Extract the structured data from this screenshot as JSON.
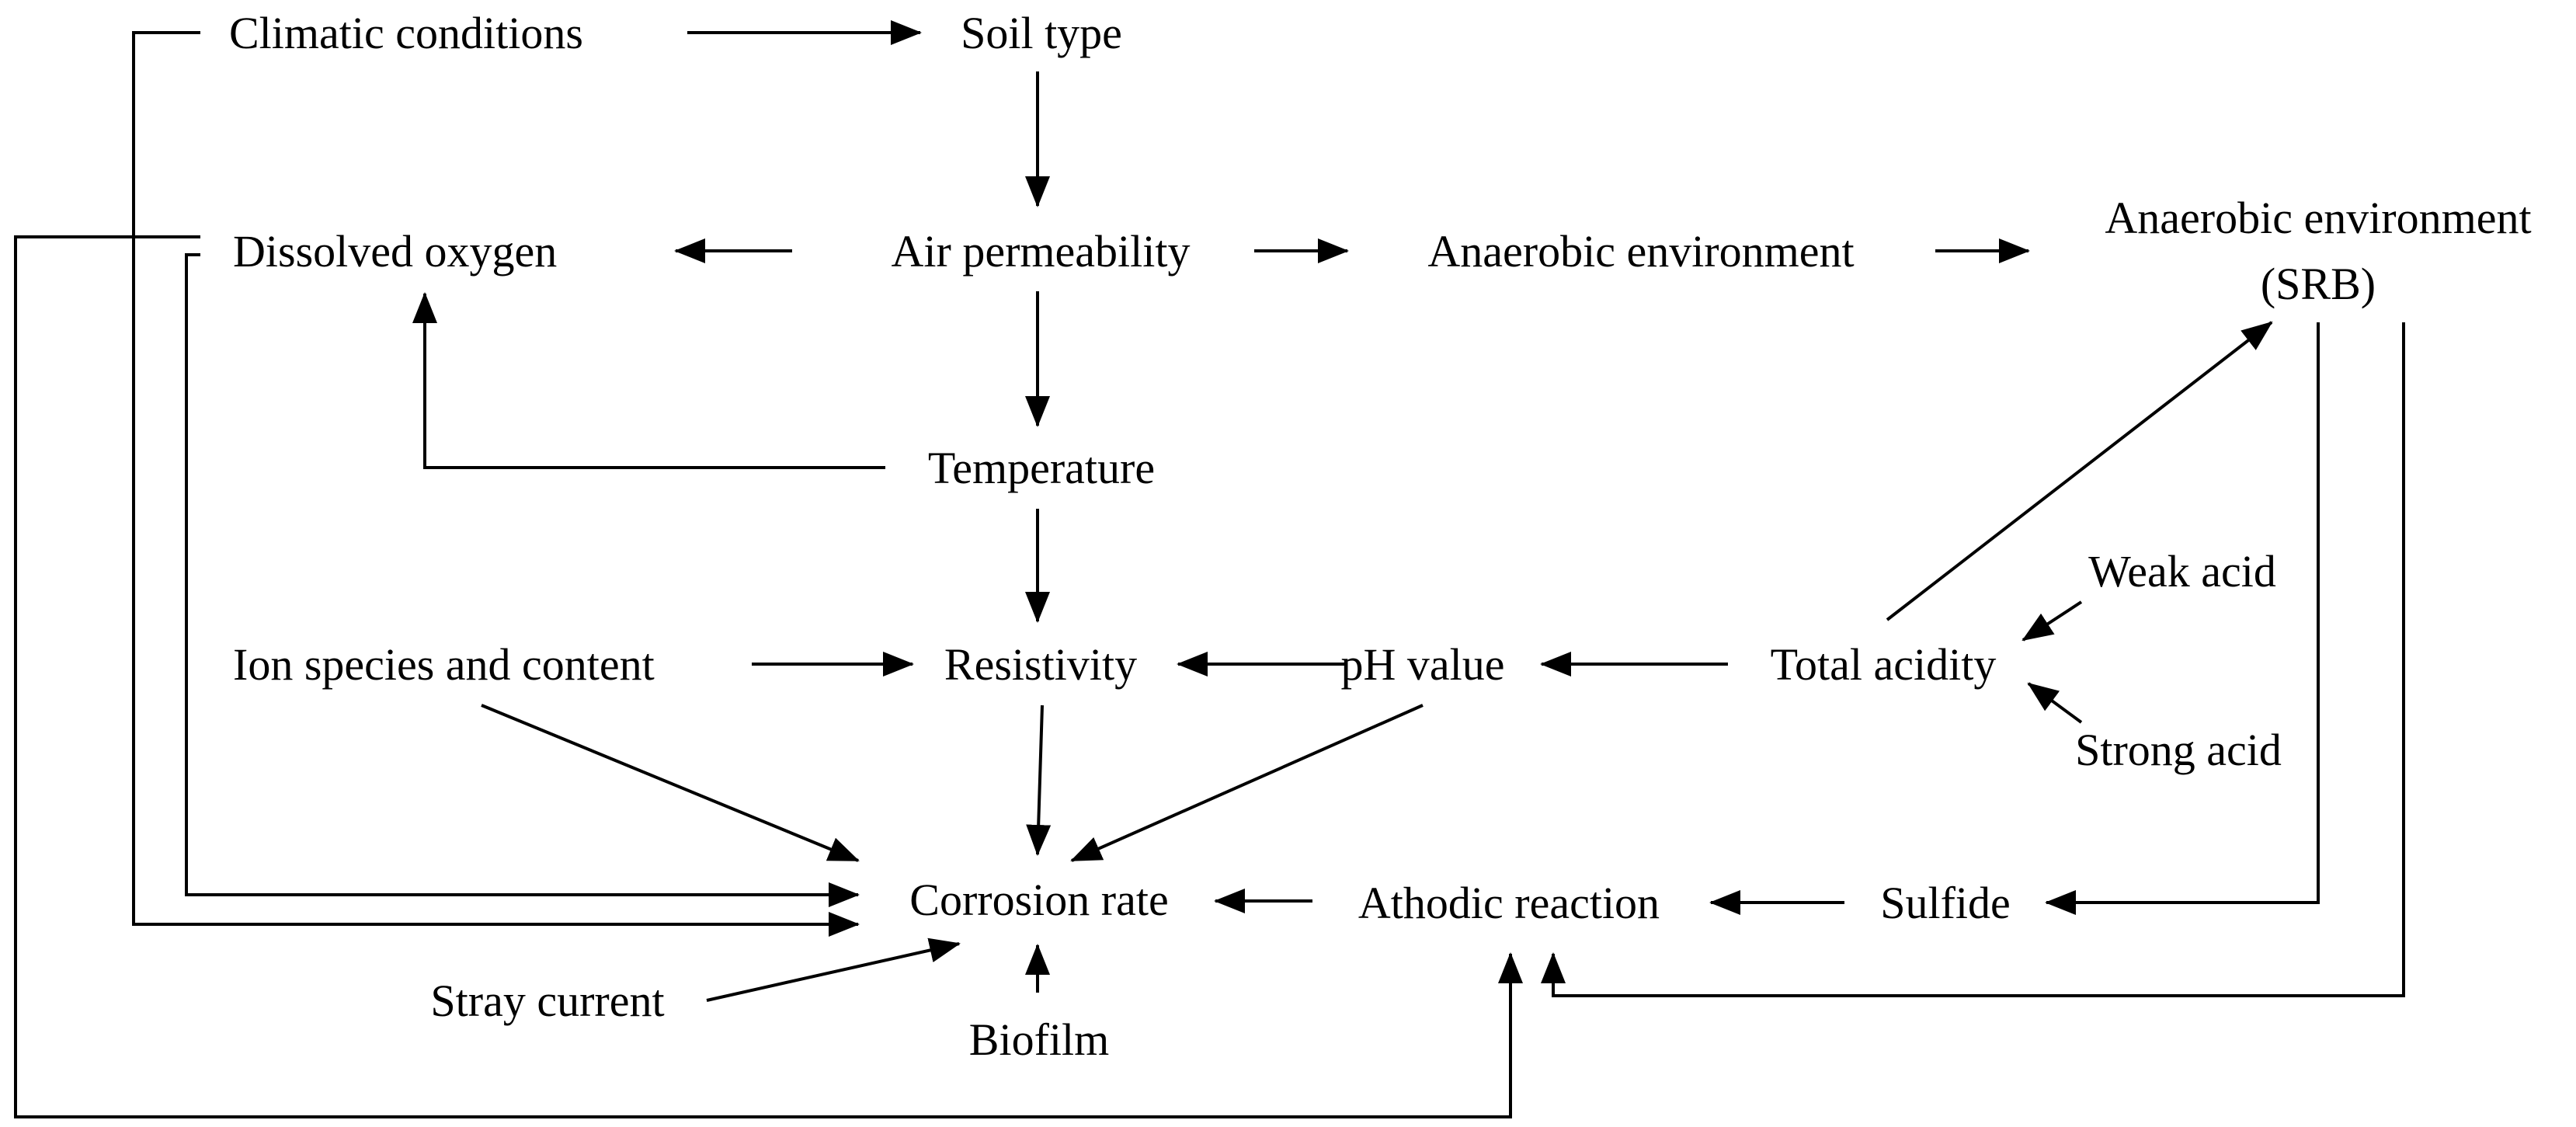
{
  "nodes": {
    "climatic_conditions": "Climatic conditions",
    "soil_type": "Soil type",
    "dissolved_oxygen": "Dissolved oxygen",
    "air_permeability": "Air permeability",
    "anaerobic_environment": "Anaerobic environment",
    "anaerobic_environment_srb_line1": "Anaerobic environment",
    "anaerobic_environment_srb_line2": "(SRB)",
    "temperature": "Temperature",
    "weak_acid": "Weak acid",
    "ion_species": "Ion species and content",
    "resistivity": "Resistivity",
    "ph_value": "pH value",
    "total_acidity": "Total acidity",
    "strong_acid": "Strong acid",
    "corrosion_rate": "Corrosion rate",
    "athodic_reaction": "Athodic reaction",
    "sulfide": "Sulfide",
    "stray_current": "Stray current",
    "biofilm": "Biofilm"
  },
  "edges": [
    [
      "climatic_conditions",
      "soil_type"
    ],
    [
      "soil_type",
      "air_permeability"
    ],
    [
      "air_permeability",
      "dissolved_oxygen"
    ],
    [
      "air_permeability",
      "anaerobic_environment"
    ],
    [
      "anaerobic_environment",
      "anaerobic_environment_srb"
    ],
    [
      "air_permeability",
      "temperature"
    ],
    [
      "temperature",
      "dissolved_oxygen"
    ],
    [
      "temperature",
      "resistivity"
    ],
    [
      "ion_species",
      "resistivity"
    ],
    [
      "ph_value",
      "resistivity"
    ],
    [
      "total_acidity",
      "ph_value"
    ],
    [
      "weak_acid",
      "total_acidity"
    ],
    [
      "strong_acid",
      "total_acidity"
    ],
    [
      "total_acidity",
      "anaerobic_environment_srb"
    ],
    [
      "ion_species",
      "corrosion_rate"
    ],
    [
      "resistivity",
      "corrosion_rate"
    ],
    [
      "ph_value",
      "corrosion_rate"
    ],
    [
      "dissolved_oxygen",
      "corrosion_rate"
    ],
    [
      "climatic_conditions",
      "corrosion_rate"
    ],
    [
      "dissolved_oxygen",
      "athodic_reaction"
    ],
    [
      "anaerobic_environment_srb",
      "sulfide"
    ],
    [
      "anaerobic_environment_srb",
      "athodic_reaction"
    ],
    [
      "sulfide",
      "athodic_reaction"
    ],
    [
      "athodic_reaction",
      "corrosion_rate"
    ],
    [
      "stray_current",
      "corrosion_rate"
    ],
    [
      "biofilm",
      "corrosion_rate"
    ]
  ]
}
